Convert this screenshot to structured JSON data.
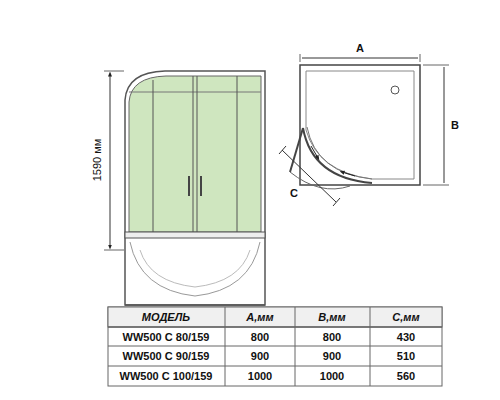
{
  "diagram": {
    "labels": [
      "1590 мм",
      "A",
      "B",
      "C",
      "МОДЕЛЬ",
      "A,мм",
      "B,мм",
      "C,мм",
      "WW500 C 80/159",
      "800",
      "800",
      "430",
      "WW500 C 90/159",
      "900",
      "900",
      "510",
      "WW500 C 100/159",
      "1000",
      "1000",
      "560"
    ]
  }
}
